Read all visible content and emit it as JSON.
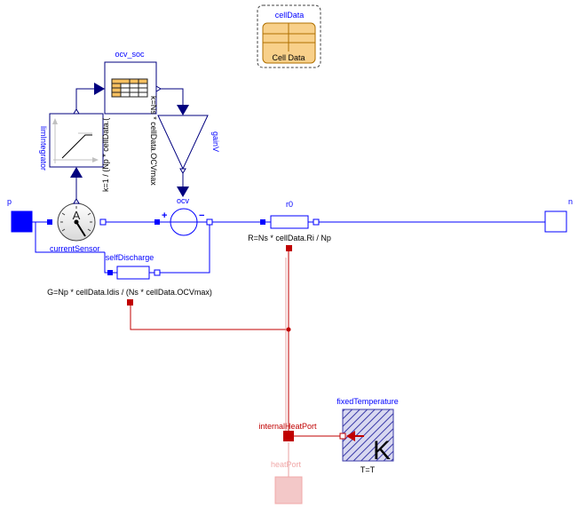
{
  "diagram": {
    "components": {
      "cellData": {
        "name": "cellData",
        "icon_label": "Cell Data"
      },
      "ocv_soc": {
        "name": "ocv_soc",
        "param": "k=Ns * cellData.OCVmax"
      },
      "limIntegrator": {
        "name": "limIntegrator",
        "param": "k=1 / (Np * cellData.("
      },
      "gainV": {
        "name": "gainV"
      },
      "ocv": {
        "name": "ocv",
        "plus": "+",
        "minus": "−"
      },
      "currentSensor": {
        "name": "currentSensor",
        "symbol": "A"
      },
      "selfDischarge": {
        "name": "selfDischarge",
        "param": "G=Np * cellData.Idis / (Ns * cellData.OCVmax)"
      },
      "r0": {
        "name": "r0",
        "param": "R=Ns * cellData.Ri / Np"
      },
      "fixedTemperature": {
        "name": "fixedTemperature",
        "param": "T=T",
        "symbol": "K"
      },
      "internalHeatPort": {
        "name": "internalHeatPort"
      },
      "heatPort": {
        "name": "heatPort"
      }
    },
    "ports": {
      "p": "p",
      "n": "n"
    }
  },
  "colors": {
    "electrical": "#0000ff",
    "signal": "#00007f",
    "thermal": "#c00000",
    "table_fill": "#f8d08a",
    "table_stroke": "#b07000",
    "hatch": "#8080c8"
  }
}
